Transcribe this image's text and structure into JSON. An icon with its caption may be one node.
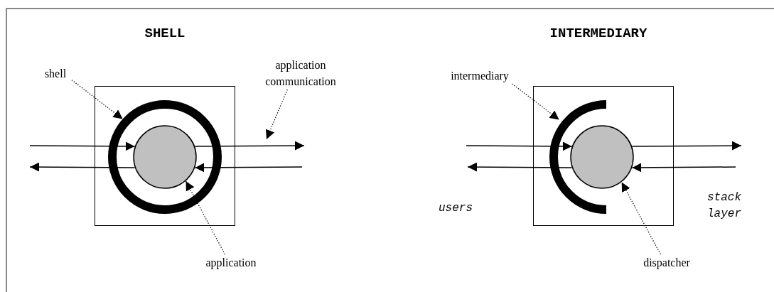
{
  "diagram": {
    "nodes": [
      {
        "text": [],
        "shape": "box"
      },
      {
        "text": [],
        "shape": "ring",
        "in": 0
      },
      {
        "text": [],
        "shape": "circle",
        "in": 1
      },
      {
        "text": [
          "shell"
        ]
      },
      {
        "text": [
          "application communication"
        ]
      },
      {
        "text": [
          "application"
        ]
      },
      {
        "text": [],
        "shape": "box"
      },
      {
        "text": [],
        "shape": "arc",
        "in": 6
      },
      {
        "text": [],
        "shape": "circle",
        "in": 7
      },
      {
        "text": [
          "intermediary"
        ]
      },
      {
        "text": [
          "dispatcher"
        ]
      }
    ],
    "edges": [
      {
        "from": null,
        "to": 2,
        "arrow": "to"
      },
      {
        "from": 2,
        "to": null,
        "arrow": "to"
      },
      {
        "from": null,
        "to": 2,
        "arrow": "to"
      },
      {
        "from": 2,
        "to": null,
        "arrow": "to"
      },
      {
        "from": null,
        "to": 8,
        "arrow": "to"
      },
      {
        "from": 8,
        "to": null,
        "arrow": "to"
      },
      {
        "from": null,
        "to": 8,
        "arrow": "to"
      },
      {
        "from": 8,
        "to": null,
        "arrow": "to"
      },
      {
        "from": 3,
        "to": 1,
        "arrow": "to",
        "style": "dashed"
      },
      {
        "from": 4,
        "to": null,
        "arrow": "to",
        "style": "dashed"
      },
      {
        "from": 5,
        "to": 2,
        "arrow": "to",
        "style": "dashed"
      },
      {
        "from": 9,
        "to": 7,
        "arrow": "to",
        "style": "dashed"
      },
      {
        "from": 10,
        "to": 8,
        "arrow": "to",
        "style": "dashed"
      }
    ],
    "labels": [
      "SHELL",
      "INTERMEDIARY",
      "users",
      "stack layer"
    ]
  }
}
